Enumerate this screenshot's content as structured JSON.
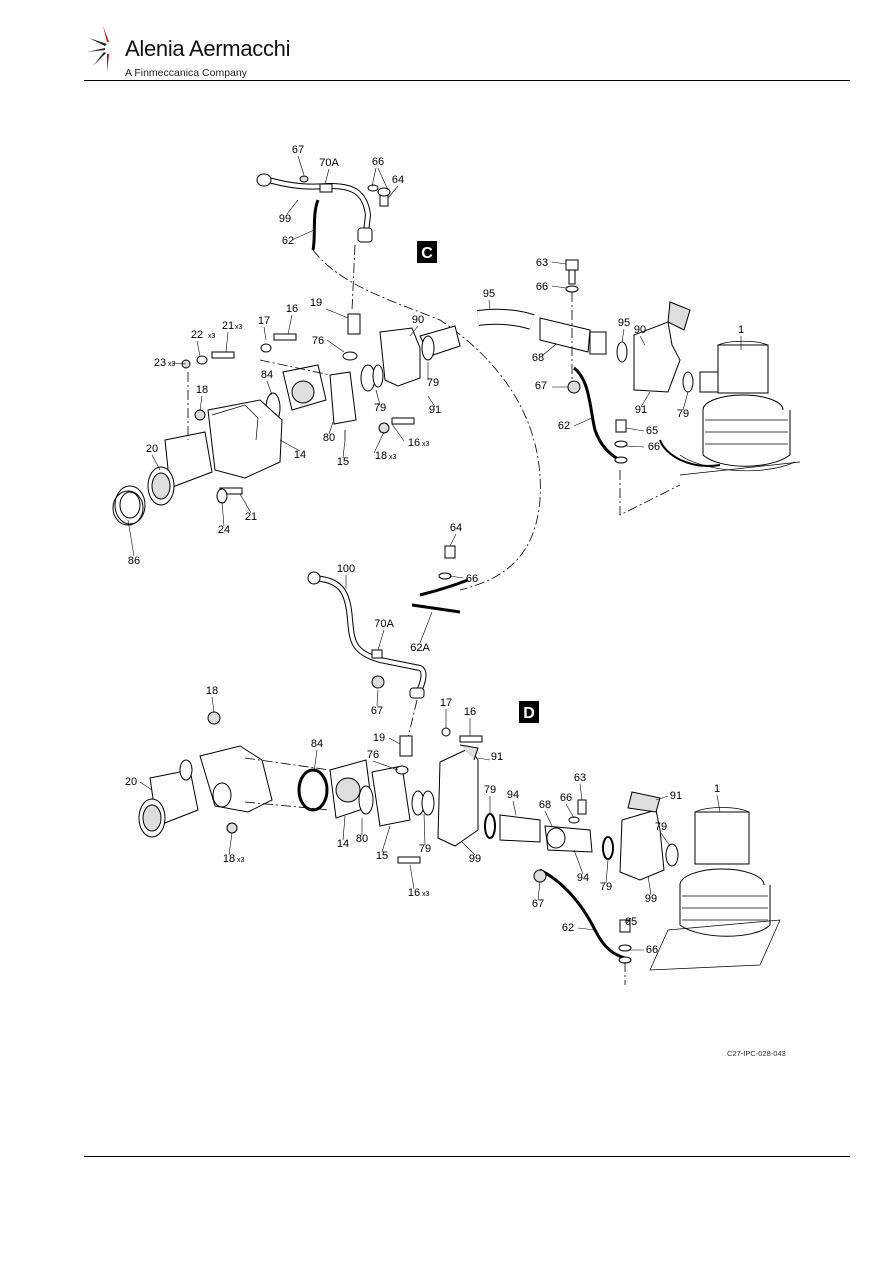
{
  "header": {
    "company": "Alenia Aermacchi",
    "tagline": "A Finmeccanica Company"
  },
  "views": [
    {
      "key": "C"
    },
    {
      "key": "D"
    }
  ],
  "figure_ref": "C27-IPC-028-043",
  "item_numbers": {
    "n67": "67",
    "n70A": "70A",
    "n66": "66",
    "n64": "64",
    "n99": "99",
    "n62": "62",
    "n63": "63",
    "n95": "95",
    "n90": "90",
    "n1": "1",
    "n19": "19",
    "n22": "22",
    "n21": "21",
    "n17": "17",
    "n16": "16",
    "n76": "76",
    "n23": "23",
    "n68": "68",
    "n79": "79",
    "n91": "91",
    "n18": "18",
    "n84": "84",
    "n65": "65",
    "n80": "80",
    "n20": "20",
    "n14": "14",
    "n15": "15",
    "n24": "24",
    "n86": "86",
    "n100": "100",
    "n62A": "62A",
    "n94": "94",
    "x3": "x3"
  }
}
